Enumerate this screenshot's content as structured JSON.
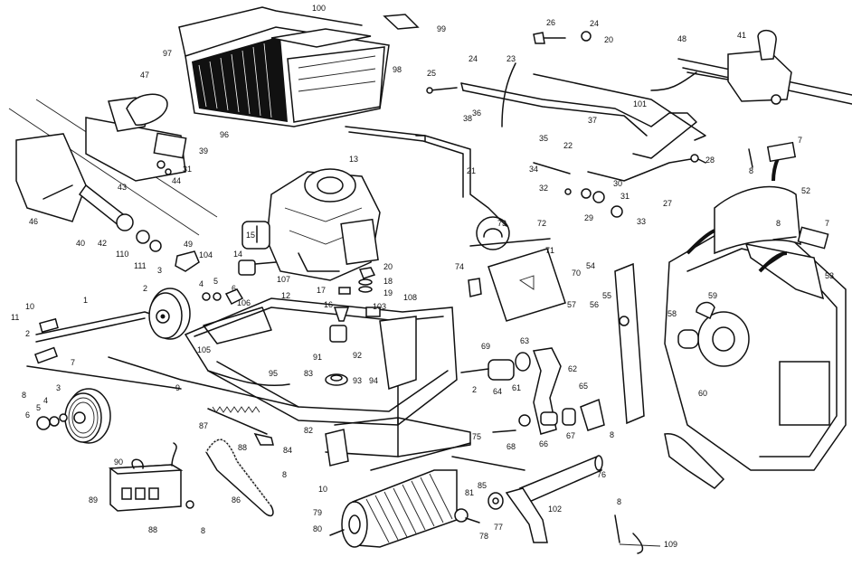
{
  "diagram": {
    "labels": [
      {
        "id": "100",
        "text": "100"
      },
      {
        "id": "99",
        "text": "99"
      },
      {
        "id": "97",
        "text": "97"
      },
      {
        "id": "98",
        "text": "98"
      },
      {
        "id": "96",
        "text": "96"
      },
      {
        "id": "47",
        "text": "47"
      },
      {
        "id": "39",
        "text": "39"
      },
      {
        "id": "31a",
        "text": "31"
      },
      {
        "id": "44",
        "text": "44"
      },
      {
        "id": "43",
        "text": "43"
      },
      {
        "id": "46",
        "text": "46"
      },
      {
        "id": "40",
        "text": "40"
      },
      {
        "id": "42",
        "text": "42"
      },
      {
        "id": "110",
        "text": "110"
      },
      {
        "id": "111",
        "text": "111"
      },
      {
        "id": "49",
        "text": "49"
      },
      {
        "id": "104",
        "text": "104"
      },
      {
        "id": "13",
        "text": "13"
      },
      {
        "id": "15",
        "text": "15"
      },
      {
        "id": "14",
        "text": "14"
      },
      {
        "id": "107",
        "text": "107"
      },
      {
        "id": "20a",
        "text": "20"
      },
      {
        "id": "18",
        "text": "18"
      },
      {
        "id": "19",
        "text": "19"
      },
      {
        "id": "17",
        "text": "17"
      },
      {
        "id": "26",
        "text": "26"
      },
      {
        "id": "24a",
        "text": "24"
      },
      {
        "id": "20b",
        "text": "20"
      },
      {
        "id": "25",
        "text": "25"
      },
      {
        "id": "24b",
        "text": "24"
      },
      {
        "id": "23",
        "text": "23"
      },
      {
        "id": "36",
        "text": "36"
      },
      {
        "id": "38",
        "text": "38"
      },
      {
        "id": "35",
        "text": "35"
      },
      {
        "id": "37",
        "text": "37"
      },
      {
        "id": "101",
        "text": "101"
      },
      {
        "id": "22",
        "text": "22"
      },
      {
        "id": "34",
        "text": "34"
      },
      {
        "id": "21",
        "text": "21"
      },
      {
        "id": "32",
        "text": "32"
      },
      {
        "id": "30",
        "text": "30"
      },
      {
        "id": "31b",
        "text": "31"
      },
      {
        "id": "29",
        "text": "29"
      },
      {
        "id": "33",
        "text": "33"
      },
      {
        "id": "27",
        "text": "27"
      },
      {
        "id": "28",
        "text": "28"
      },
      {
        "id": "48",
        "text": "48"
      },
      {
        "id": "41",
        "text": "41"
      },
      {
        "id": "7a",
        "text": "7"
      },
      {
        "id": "8a",
        "text": "8"
      },
      {
        "id": "52",
        "text": "52"
      },
      {
        "id": "8b",
        "text": "8"
      },
      {
        "id": "7b",
        "text": "7"
      },
      {
        "id": "53",
        "text": "53"
      },
      {
        "id": "73",
        "text": "73"
      },
      {
        "id": "72",
        "text": "72"
      },
      {
        "id": "71",
        "text": "71"
      },
      {
        "id": "70",
        "text": "70"
      },
      {
        "id": "74",
        "text": "74"
      },
      {
        "id": "54",
        "text": "54"
      },
      {
        "id": "59",
        "text": "59"
      },
      {
        "id": "58",
        "text": "58"
      },
      {
        "id": "60",
        "text": "60"
      },
      {
        "id": "55",
        "text": "55"
      },
      {
        "id": "56",
        "text": "56"
      },
      {
        "id": "57",
        "text": "57"
      },
      {
        "id": "1",
        "text": "1"
      },
      {
        "id": "10a",
        "text": "10"
      },
      {
        "id": "11",
        "text": "11"
      },
      {
        "id": "2a",
        "text": "2"
      },
      {
        "id": "2b",
        "text": "2"
      },
      {
        "id": "7c",
        "text": "7"
      },
      {
        "id": "8c",
        "text": "8"
      },
      {
        "id": "3a",
        "text": "3"
      },
      {
        "id": "4a",
        "text": "4"
      },
      {
        "id": "5a",
        "text": "5"
      },
      {
        "id": "6a",
        "text": "6"
      },
      {
        "id": "106",
        "text": "106"
      },
      {
        "id": "12",
        "text": "12"
      },
      {
        "id": "16",
        "text": "16"
      },
      {
        "id": "103",
        "text": "103"
      },
      {
        "id": "108",
        "text": "108"
      },
      {
        "id": "105",
        "text": "105"
      },
      {
        "id": "91",
        "text": "91"
      },
      {
        "id": "92",
        "text": "92"
      },
      {
        "id": "93",
        "text": "93"
      },
      {
        "id": "94",
        "text": "94"
      },
      {
        "id": "83",
        "text": "83"
      },
      {
        "id": "9",
        "text": "9"
      },
      {
        "id": "95",
        "text": "95"
      },
      {
        "id": "3b",
        "text": "3"
      },
      {
        "id": "4b",
        "text": "4"
      },
      {
        "id": "5b",
        "text": "5"
      },
      {
        "id": "6b",
        "text": "6"
      },
      {
        "id": "87",
        "text": "87"
      },
      {
        "id": "88a",
        "text": "88"
      },
      {
        "id": "8d",
        "text": "8"
      },
      {
        "id": "82",
        "text": "82"
      },
      {
        "id": "84",
        "text": "84"
      },
      {
        "id": "10b",
        "text": "10"
      },
      {
        "id": "90",
        "text": "90"
      },
      {
        "id": "89",
        "text": "89"
      },
      {
        "id": "86",
        "text": "86"
      },
      {
        "id": "88b",
        "text": "88"
      },
      {
        "id": "8e",
        "text": "8"
      },
      {
        "id": "69",
        "text": "69"
      },
      {
        "id": "63",
        "text": "63"
      },
      {
        "id": "61",
        "text": "61"
      },
      {
        "id": "62",
        "text": "62"
      },
      {
        "id": "64",
        "text": "64"
      },
      {
        "id": "65",
        "text": "65"
      },
      {
        "id": "66",
        "text": "66"
      },
      {
        "id": "67",
        "text": "67"
      },
      {
        "id": "8f",
        "text": "8"
      },
      {
        "id": "68",
        "text": "68"
      },
      {
        "id": "2c",
        "text": "2"
      },
      {
        "id": "75",
        "text": "75"
      },
      {
        "id": "76",
        "text": "76"
      },
      {
        "id": "85",
        "text": "85"
      },
      {
        "id": "81",
        "text": "81"
      },
      {
        "id": "79",
        "text": "79"
      },
      {
        "id": "80",
        "text": "80"
      },
      {
        "id": "78",
        "text": "78"
      },
      {
        "id": "77",
        "text": "77"
      },
      {
        "id": "102",
        "text": "102"
      },
      {
        "id": "8g",
        "text": "8"
      },
      {
        "id": "109",
        "text": "109"
      }
    ]
  }
}
